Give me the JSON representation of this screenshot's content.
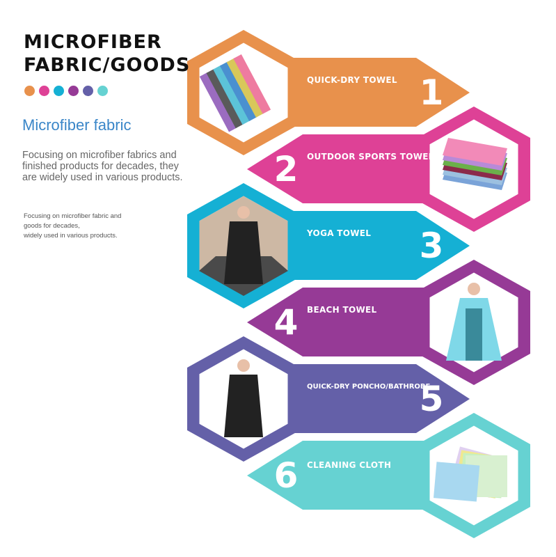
{
  "header": {
    "title_line1": "MICROFIBER",
    "title_line2": "FABRIC/GOODS",
    "subtitle": "Microfiber fabric",
    "description": "Focusing on microfiber fabrics and finished products for decades, they are widely used in various products.",
    "description_small_lines": [
      "Focusing on microfiber fabric and",
      "goods for decades,",
      "widely used in various products."
    ]
  },
  "dot_colors": [
    "#E8914C",
    "#DE4196",
    "#15B0D4",
    "#963A96",
    "#6460A8",
    "#66D2D2"
  ],
  "items": [
    {
      "number": "1",
      "label": "QUICK-DRY TOWEL",
      "color": "#E8914C",
      "side": "left",
      "image": "rolled-towels"
    },
    {
      "number": "2",
      "label": "OUTDOOR SPORTS TOWEL",
      "color": "#DE4196",
      "side": "right",
      "image": "folded-towel-stack"
    },
    {
      "number": "3",
      "label": "YOGA TOWEL",
      "color": "#15B0D4",
      "side": "left",
      "image": "yoga-woman"
    },
    {
      "number": "4",
      "label": "BEACH TOWEL",
      "color": "#963A96",
      "side": "right",
      "image": "beach-towel-woman"
    },
    {
      "number": "5",
      "label": "QUICK-DRY PONCHO/BATHROBE",
      "color": "#6460A8",
      "side": "left",
      "image": "poncho-woman"
    },
    {
      "number": "6",
      "label": "CLEANING CLOTH",
      "color": "#66D2D2",
      "side": "right",
      "image": "cleaning-cloths"
    }
  ]
}
